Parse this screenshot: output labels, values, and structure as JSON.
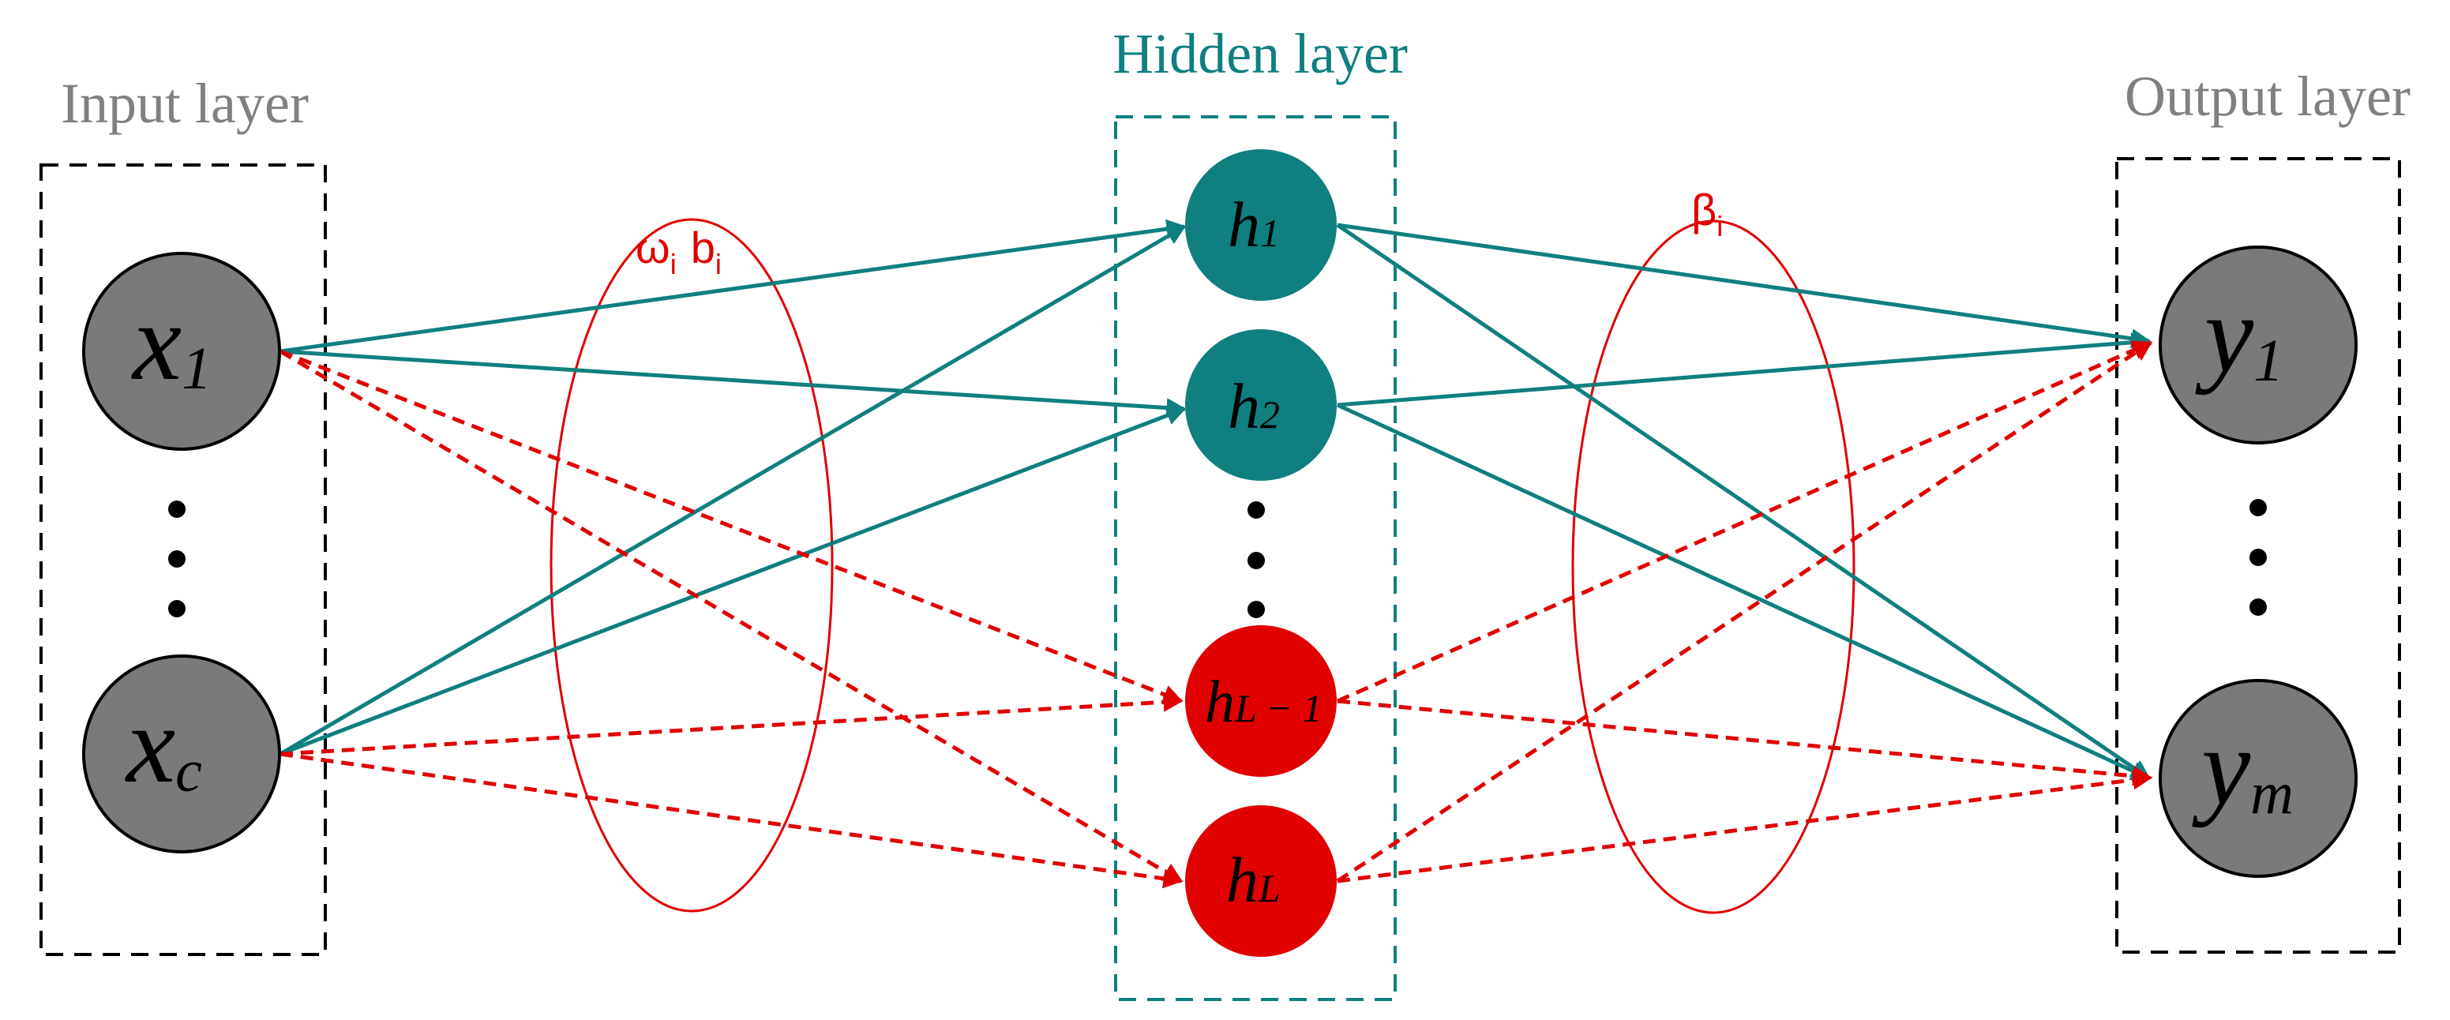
{
  "titles": {
    "input": "Input layer",
    "hidden": "Hidden layer",
    "output": "Output layer"
  },
  "inputs": [
    {
      "main": "x",
      "sub": "1"
    },
    {
      "main": "x",
      "sub": "c"
    }
  ],
  "hidden": [
    {
      "main": "h",
      "sub": "1"
    },
    {
      "main": "h",
      "sub": "2"
    },
    {
      "main": "h",
      "sub": "L − 1"
    },
    {
      "main": "h",
      "sub": "L"
    }
  ],
  "outputs": [
    {
      "main": "y",
      "sub": "1"
    },
    {
      "main": "y",
      "sub": "m"
    }
  ],
  "params": {
    "weights_main_1": "ω",
    "weights_sub_1": "i",
    "weights_main_2": "b",
    "weights_sub_2": "i",
    "output_main": "β",
    "output_sub": "i"
  },
  "colors": {
    "teal": "#0f7f7f",
    "red": "#e00000",
    "gray_node": "#7a7a7a",
    "gray_title": "#808080",
    "black": "#000000"
  }
}
